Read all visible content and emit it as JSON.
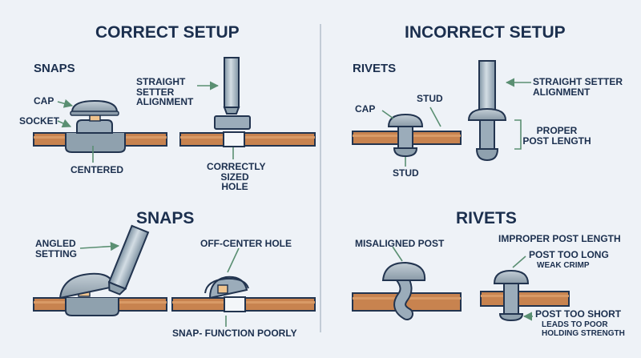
{
  "correct": {
    "title": "CORRECT SETUP",
    "snaps_heading": "SNAPS",
    "cap": "CAP",
    "socket": "SOCKET",
    "centered": "CENTERED",
    "straight_setter": "STRAIGHT\nSETTER\nALIGNMENT",
    "correctly_sized_hole": "CORRECTLY\nSIZED HOLE"
  },
  "incorrect": {
    "title": "INCORRECT SETUP",
    "rivets_heading": "RIVETS",
    "cap": "CAP",
    "stud_top": "STUD",
    "stud_bottom": "STUD",
    "straight_setter": "STRAIGHT SETTER\nALIGNMENT",
    "proper_post_length": "PROPER\nPOST LENGTH"
  },
  "bottom_snaps": {
    "heading": "SNAPS",
    "angled_setting": "ANGLED\nSETTING",
    "off_center_hole": "OFF-CENTER HOLE",
    "function_poorly": "SNAP- FUNCTION POORLY"
  },
  "bottom_rivets": {
    "heading": "RIVETS",
    "misaligned_post": "MISALIGNED POST",
    "improper_post_length": "IMPROPER POST LENGTH",
    "post_too_long": "POST TOO LONG",
    "weak_crimp": "WEAK CRIMP",
    "post_too_short": "POST TOO SHORT",
    "leads_to_poor": "LEADS TO POOR\nHOLDING STRENGTH"
  },
  "colors": {
    "background": "#eef2f7",
    "text": "#1b2f4e",
    "leather": "#c8834f",
    "metal": "#a9b7c2",
    "arrow": "#5a8f72"
  }
}
